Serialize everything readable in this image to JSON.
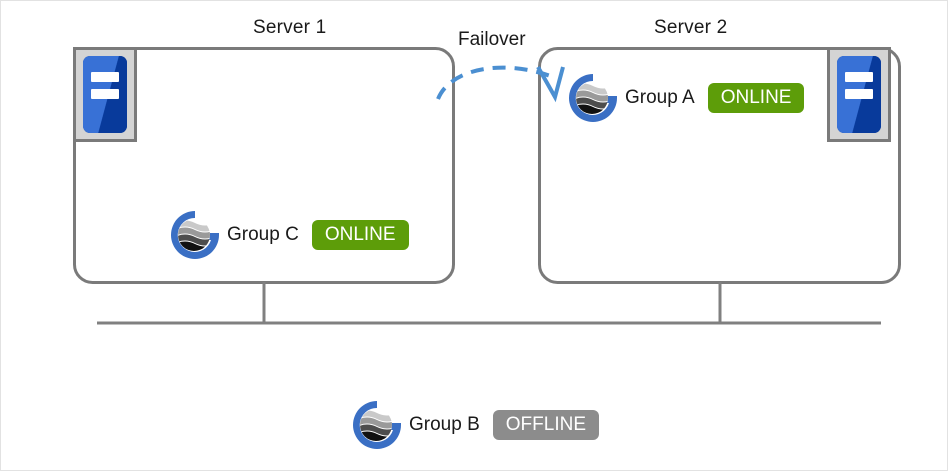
{
  "diagram": {
    "type": "failover-cluster-diagram",
    "servers": [
      {
        "id": "server1",
        "title": "Server 1",
        "icon": "server-machine-icon",
        "groups": [
          {
            "id": "group-c",
            "logo": "cluster-group-icon",
            "label": "Group  C",
            "status": "ONLINE",
            "status_kind": "online"
          }
        ]
      },
      {
        "id": "server2",
        "title": "Server 2",
        "icon": "server-machine-icon",
        "groups": [
          {
            "id": "group-a",
            "logo": "cluster-group-icon",
            "label": "Group A",
            "status": "ONLINE",
            "status_kind": "online"
          }
        ]
      }
    ],
    "failover": {
      "label": "Failover",
      "arrow": "dashed-curved-arrow",
      "from": "server1",
      "to": "server2",
      "color": "#4b8fd1"
    },
    "detached_group": {
      "id": "group-b",
      "logo": "cluster-group-icon",
      "label": "Group  B",
      "status": "OFFLINE",
      "status_kind": "offline"
    },
    "network_bus": {
      "name": "shared-network-bus",
      "color": "#808080"
    },
    "colors": {
      "online": "#5d9d09",
      "offline": "#8c8c8c",
      "server_border": "#7a7a7a",
      "server_icon_blue": "#3871d6",
      "server_icon_blue_dark": "#083a9b",
      "logo_blue": "#3a6fc4",
      "arrow_blue": "#4b8fd1",
      "text": "#1a1a1a",
      "background": "#ffffff"
    }
  }
}
